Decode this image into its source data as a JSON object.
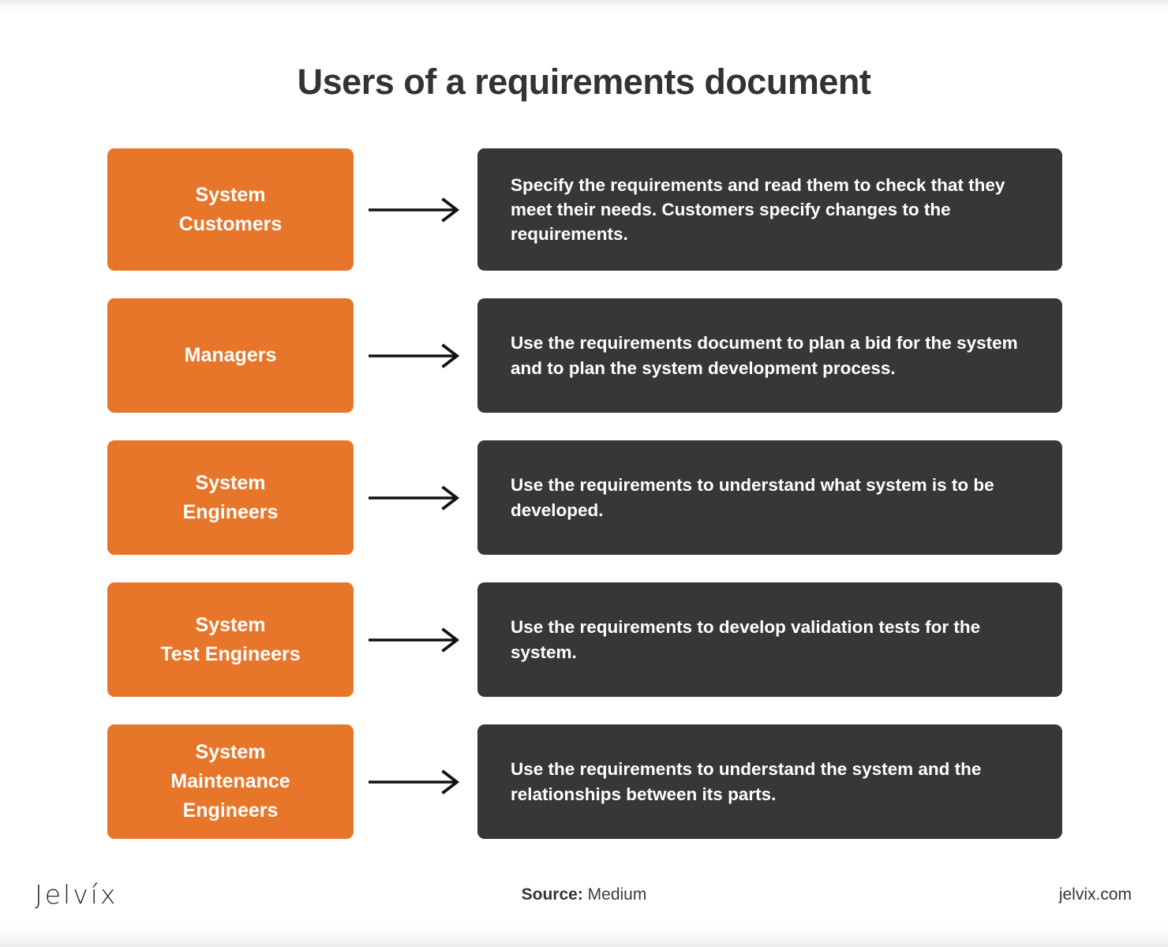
{
  "header": {
    "title": "Users of a requirements document"
  },
  "colors": {
    "accent_orange": "#E8762A",
    "dark_panel": "#373737",
    "title_text": "#333333",
    "background": "#FFFFFF"
  },
  "rows": [
    {
      "role": "System\nCustomers",
      "arrow_icon": "arrow-right-icon",
      "description": "Specify the requirements and read them to check that they meet their needs. Customers specify changes to the requirements."
    },
    {
      "role": "Managers",
      "arrow_icon": "arrow-right-icon",
      "description": "Use the requirements document to plan a bid for the system and to plan the system development process."
    },
    {
      "role": "System\nEngineers",
      "arrow_icon": "arrow-right-icon",
      "description": "Use the requirements to understand what system is to be developed."
    },
    {
      "role": "System\nTest Engineers",
      "arrow_icon": "arrow-right-icon",
      "description": "Use the requirements to develop validation tests for the system."
    },
    {
      "role": "System\nMaintenance\nEngineers",
      "arrow_icon": "arrow-right-icon",
      "description": "Use the requirements to understand the system and the relationships between its parts."
    }
  ],
  "footer": {
    "logo": "Jelvíx",
    "source_label": "Source:",
    "source_value": "Medium",
    "website": "jelvix.com"
  }
}
